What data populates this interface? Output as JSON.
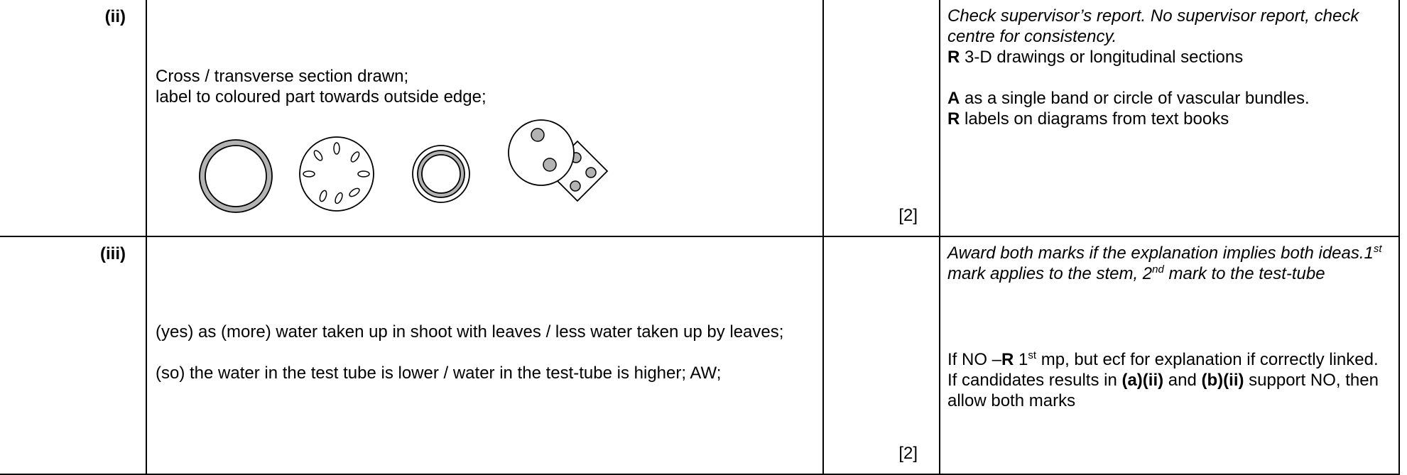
{
  "rows": [
    {
      "part": "(ii)",
      "answer": {
        "line1": "Cross / transverse section drawn;",
        "line2": "label to coloured part towards outside edge;"
      },
      "marks": "[2]",
      "guidance": {
        "italic1": "Check supervisor’s report. No supervisor report, check centre for consistency.",
        "r_label1": "R",
        "r_text1": " 3-D drawings or longitudinal sections",
        "a_label": "A",
        "a_text": " as a single band or circle of vascular bundles.",
        "r_label2": "R",
        "r_text2": " labels on diagrams from text books"
      }
    },
    {
      "part": "(iii)",
      "answer": {
        "para1": "(yes) as (more) water taken up in shoot with leaves / less water taken up by leaves;",
        "para2": "(so) the water in the test tube is lower / water in the test-tube is higher; AW;"
      },
      "marks": "[2]",
      "guidance": {
        "italic_a": "Award both marks if the explanation implies both ideas.1",
        "sup1": "st",
        "italic_b": " mark applies to the stem, 2",
        "sup2": "nd",
        "italic_c": " mark to the test-tube",
        "no_a": "If NO –",
        "no_r": "R",
        "no_b": " 1",
        "no_sup": "st",
        "no_c": " mp, but ecf for explanation if correctly linked.",
        "cand_a": "If candidates results in ",
        "cand_b1": "(a)(ii)",
        "cand_and": " and ",
        "cand_b2": "(b)(ii)",
        "cand_c": " support NO, then allow both marks"
      }
    }
  ],
  "colors": {
    "shading": "#b3b3b3",
    "line": "#000000"
  }
}
